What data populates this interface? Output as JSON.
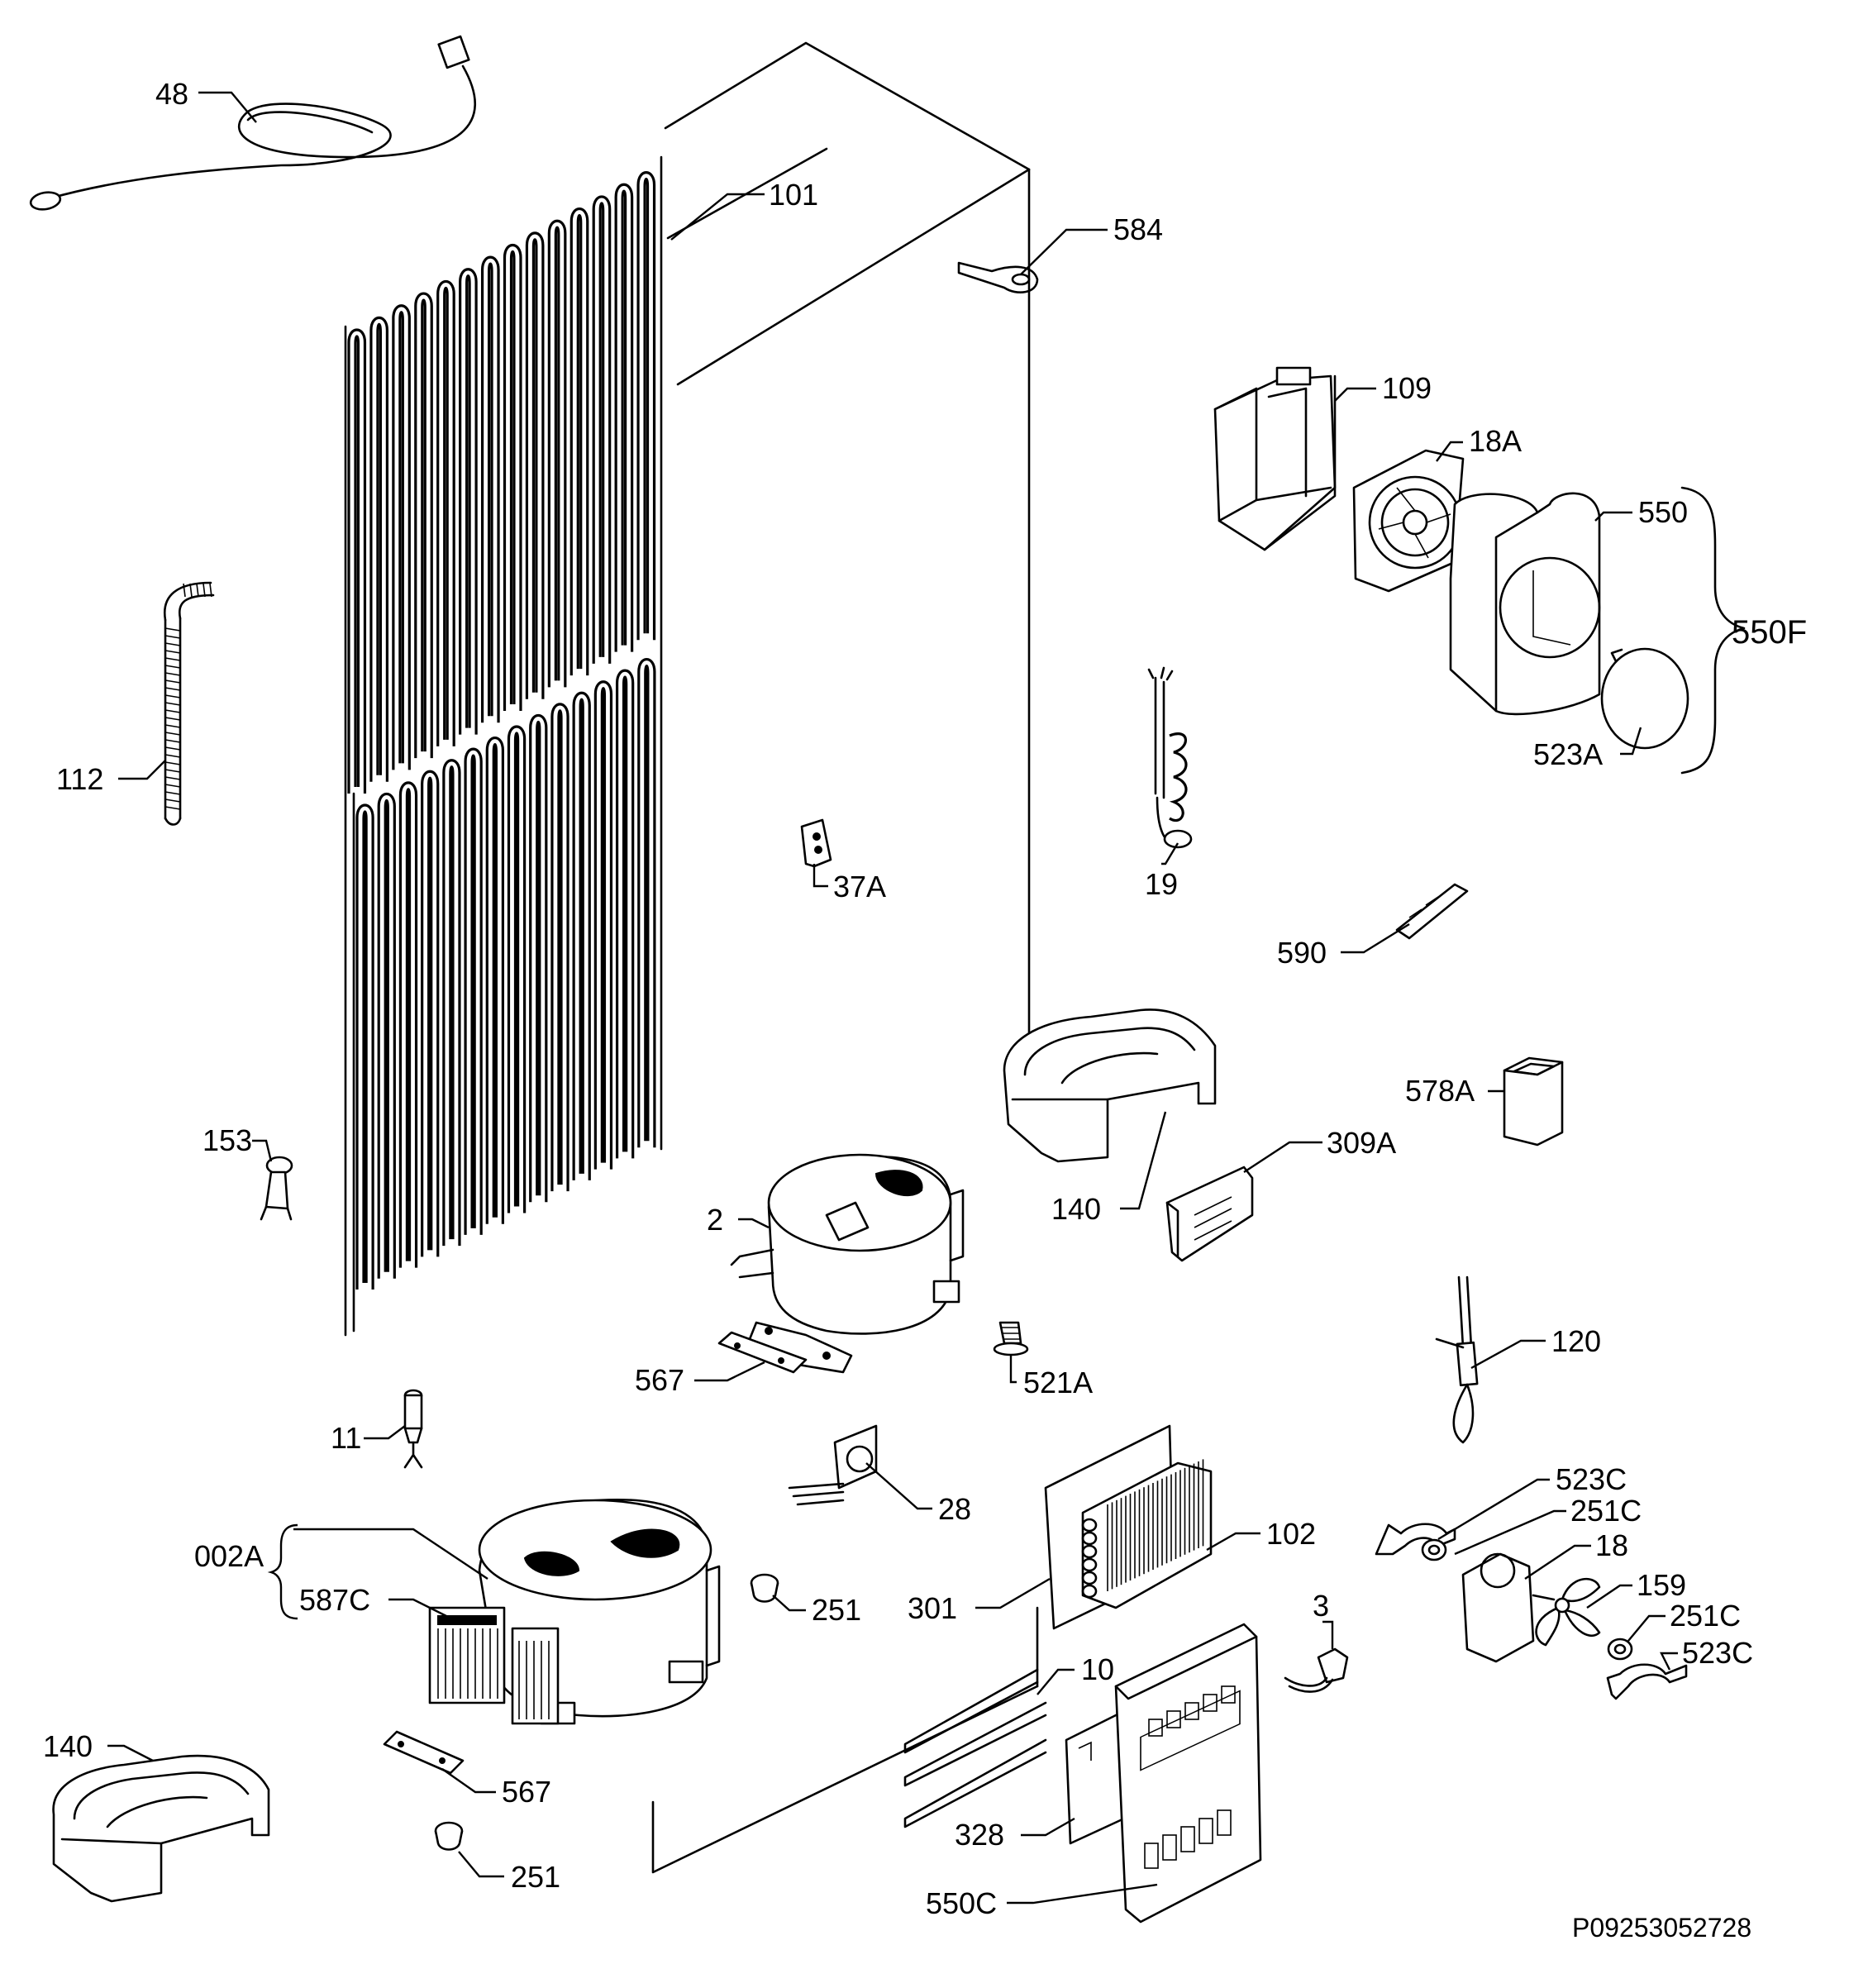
{
  "diagram": {
    "code": "P09253052728",
    "labels": {
      "p48": "48",
      "p101": "101",
      "p584": "584",
      "p109": "109",
      "p18a": "18A",
      "p550": "550",
      "p550f": "550F",
      "p523a": "523A",
      "p112": "112",
      "p37a": "37A",
      "p19": "19",
      "p590": "590",
      "p578a": "578A",
      "p309a": "309A",
      "p140a": "140",
      "p153": "153",
      "p2": "2",
      "p567a": "567",
      "p521a": "521A",
      "p120": "120",
      "p11": "11",
      "p28": "28",
      "p523c_a": "523C",
      "p251c_a": "251C",
      "p18": "18",
      "p159": "159",
      "p251c_b": "251C",
      "p523c_b": "523C",
      "p002a": "002A",
      "p587c": "587C",
      "p251a": "251",
      "p301": "301",
      "p102": "102",
      "p3": "3",
      "p10": "10",
      "p140b": "140",
      "p567b": "567",
      "p328": "328",
      "p251b": "251",
      "p550c": "550C"
    }
  }
}
